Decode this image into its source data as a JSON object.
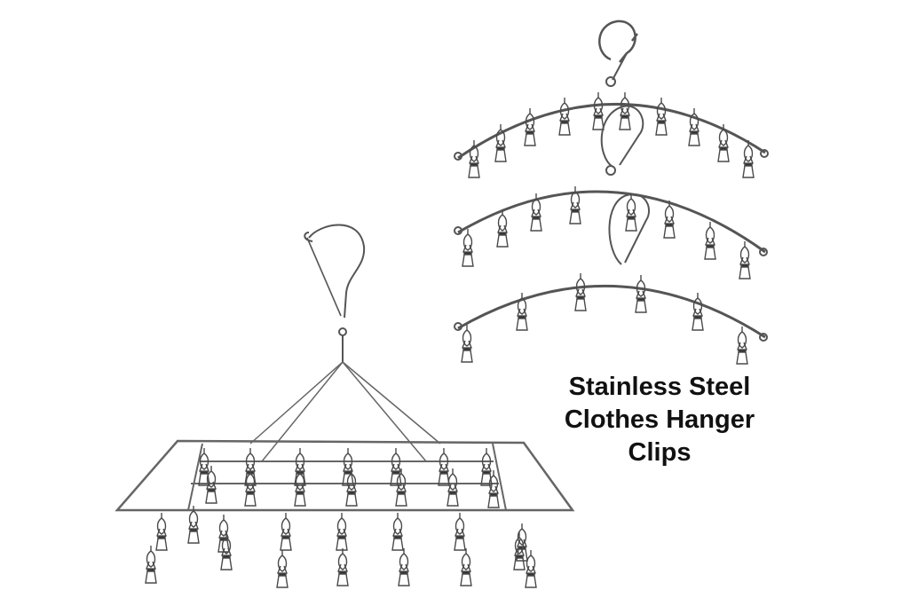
{
  "image": {
    "description": "Product photo of stainless steel clothes hanger clips: a rectangular drying rack with hook and pegs, plus three arc-shaped hangers with clips",
    "background_color": "#ffffff",
    "metal_color": "#555555"
  },
  "caption": {
    "lines": [
      "Stainless Steel",
      "Clothes Hanger",
      "Clips"
    ],
    "color": "#111111"
  },
  "products": {
    "rectangular_rack": {
      "label": "rectangular-rack",
      "clips_visible": 30
    },
    "arc_hangers": [
      {
        "label": "arc-hanger-top",
        "clips_visible": 10
      },
      {
        "label": "arc-hanger-middle",
        "clips_visible": 8
      },
      {
        "label": "arc-hanger-bottom",
        "clips_visible": 6
      }
    ]
  }
}
